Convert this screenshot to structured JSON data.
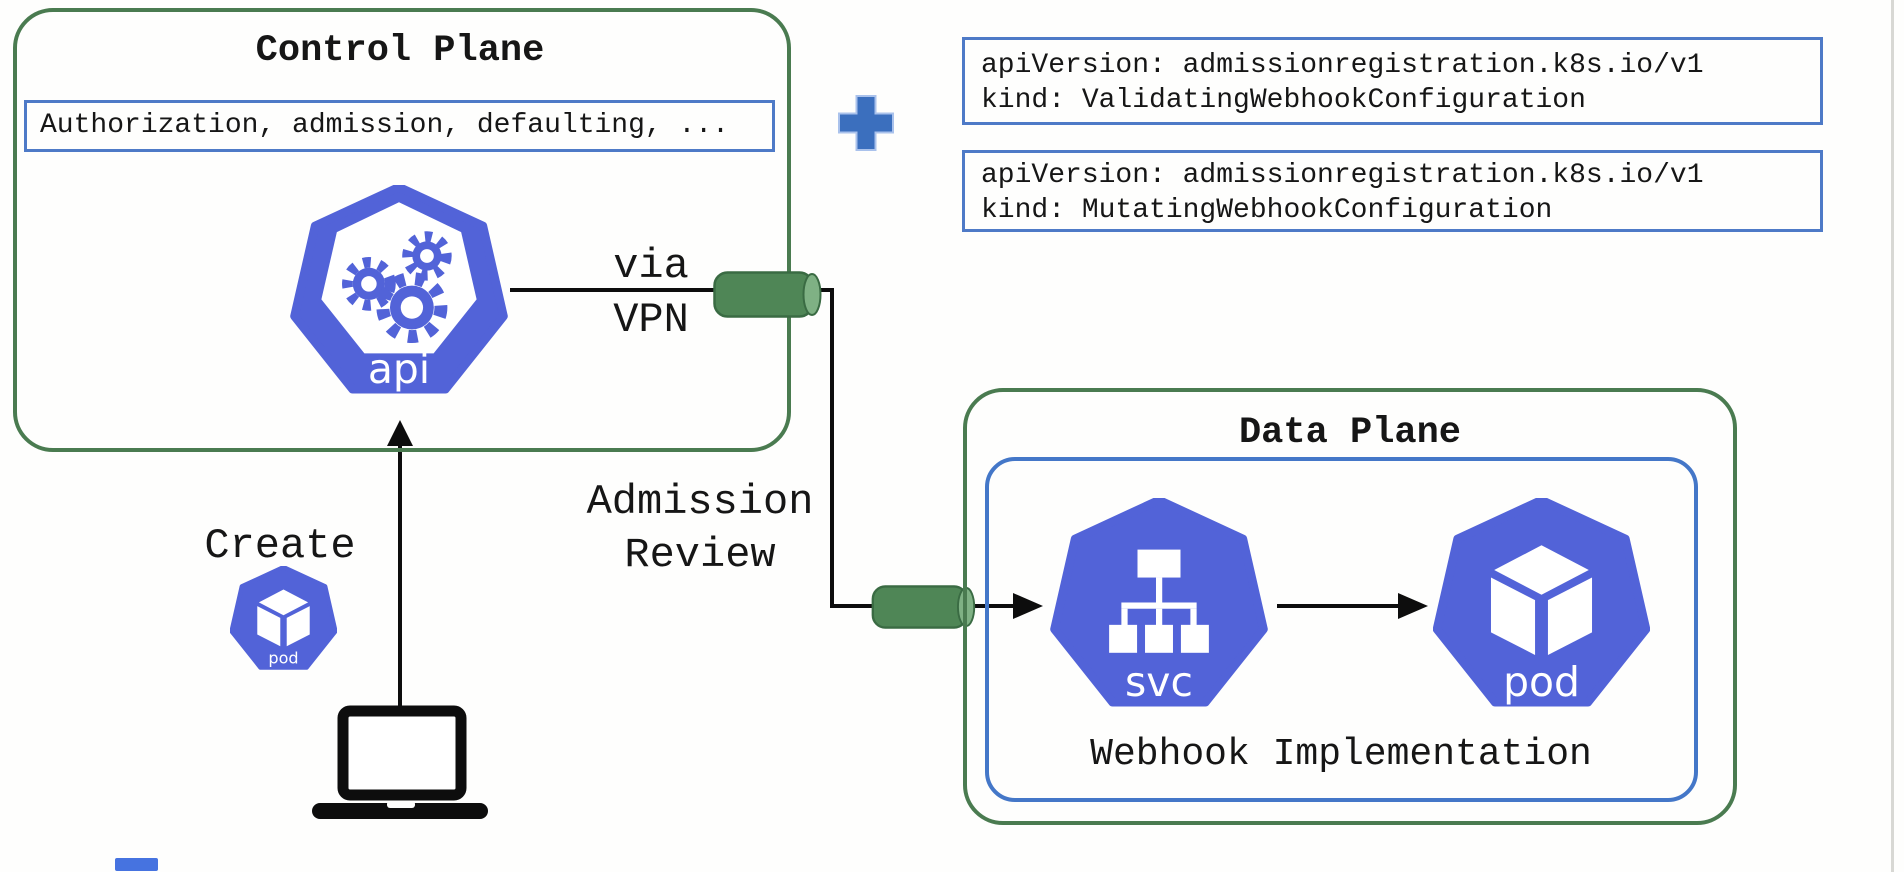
{
  "control_plane": {
    "title": "Control Plane",
    "banner": "Authorization, admission, defaulting, ...",
    "api_label": "api"
  },
  "client_flow": {
    "create_label": "Create",
    "small_pod_label": "pod"
  },
  "links": {
    "via_line1": "via",
    "via_line2": "VPN",
    "admission_line1": "Admission",
    "admission_line2": "Review"
  },
  "configs": [
    {
      "line1": "apiVersion: admissionregistration.k8s.io/v1",
      "line2": "kind: ValidatingWebhookConfiguration"
    },
    {
      "line1": "apiVersion: admissionregistration.k8s.io/v1",
      "line2": "kind: MutatingWebhookConfiguration"
    }
  ],
  "data_plane": {
    "title": "Data Plane",
    "webhook_label": "Webhook Implementation",
    "svc_label": "svc",
    "pod_label": "pod"
  },
  "icons": {
    "plus": "plus-icon",
    "api": "kubernetes-api-icon",
    "svc": "kubernetes-service-icon",
    "pod": "kubernetes-pod-icon",
    "laptop": "laptop-icon",
    "tunnel": "vpn-tunnel-cylinder"
  },
  "colors": {
    "box_green": "#4a7b50",
    "k8s_blue": "#5263d8",
    "thin_border_blue": "#4e7ac7",
    "plus_blue": "#3b6fbe",
    "cylinder_green": "#4f8656",
    "line_black": "#0d0d0d"
  }
}
